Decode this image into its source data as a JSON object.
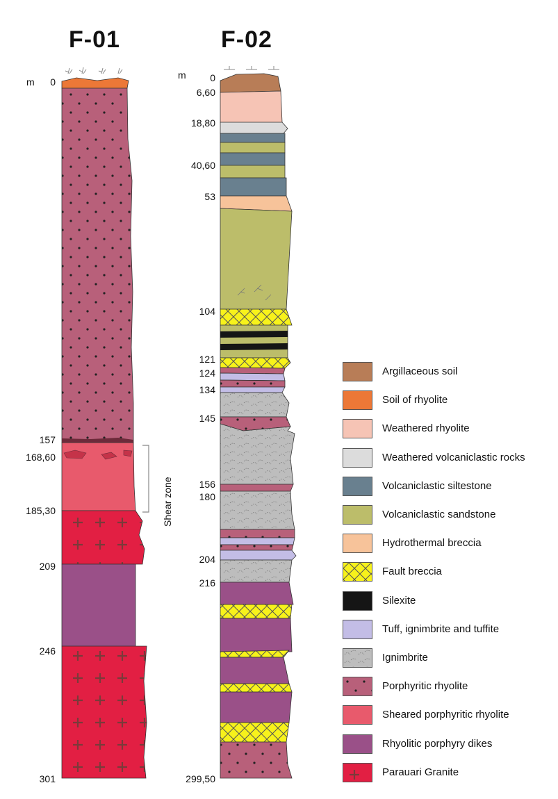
{
  "columns": [
    {
      "id": "F-01",
      "title": "F-01",
      "unit": "m"
    },
    {
      "id": "F-02",
      "title": "F-02",
      "unit": "m"
    }
  ],
  "f01_depth_labels": [
    "0",
    "157",
    "168,60",
    "185,30",
    "209",
    "246",
    "301"
  ],
  "f02_depth_labels": [
    "0",
    "6,60",
    "18,80",
    "40,60",
    "53",
    "104",
    "121",
    "124",
    "134",
    "145",
    "156",
    "180",
    "204",
    "216",
    "299,50"
  ],
  "shear_zone_label": "Shear zone",
  "legend": [
    {
      "key": "argillaceous-soil",
      "label": "Argillaceous soil",
      "color": "#b87d57"
    },
    {
      "key": "soil-of-rhyolite",
      "label": "Soil of rhyolite",
      "color": "#ec7837"
    },
    {
      "key": "weathered-rhyolite",
      "label": "Weathered rhyolite",
      "color": "#f6c4b5"
    },
    {
      "key": "weathered-volcaniclastic",
      "label": "Weathered volcaniclastic rocks",
      "color": "#dcdcdc"
    },
    {
      "key": "volcaniclastic-siltestone",
      "label": "Volcaniclastic siltestone",
      "color": "#69808f"
    },
    {
      "key": "volcaniclastic-sandstone",
      "label": "Volcaniclastic sandstone",
      "color": "#bcbd6a"
    },
    {
      "key": "hydrothermal-breccia",
      "label": "Hydrothermal breccia",
      "color": "#f7c39a"
    },
    {
      "key": "fault-breccia",
      "label": "Fault  breccia",
      "color": "#f7f21b"
    },
    {
      "key": "silexite",
      "label": "Silexite",
      "color": "#151515"
    },
    {
      "key": "tuff",
      "label": "Tuff, ignimbrite and tuffite",
      "color": "#c3bde6"
    },
    {
      "key": "ignimbrite",
      "label": "Ignimbrite",
      "color": "#bdbdbd"
    },
    {
      "key": "porphyritic-rhyolite",
      "label": "Porphyritic rhyolite",
      "color": "#b8607a"
    },
    {
      "key": "sheared-porphyritic-rhyolite",
      "label": "Sheared porphyritic rhyolite",
      "color": "#e85a6c"
    },
    {
      "key": "rhyolitic-porphyry-dikes",
      "label": "Rhyolitic porphyry dikes",
      "color": "#9a5088"
    },
    {
      "key": "parauari-granite",
      "label": "Parauari Granite",
      "color": "#e21f43"
    }
  ]
}
